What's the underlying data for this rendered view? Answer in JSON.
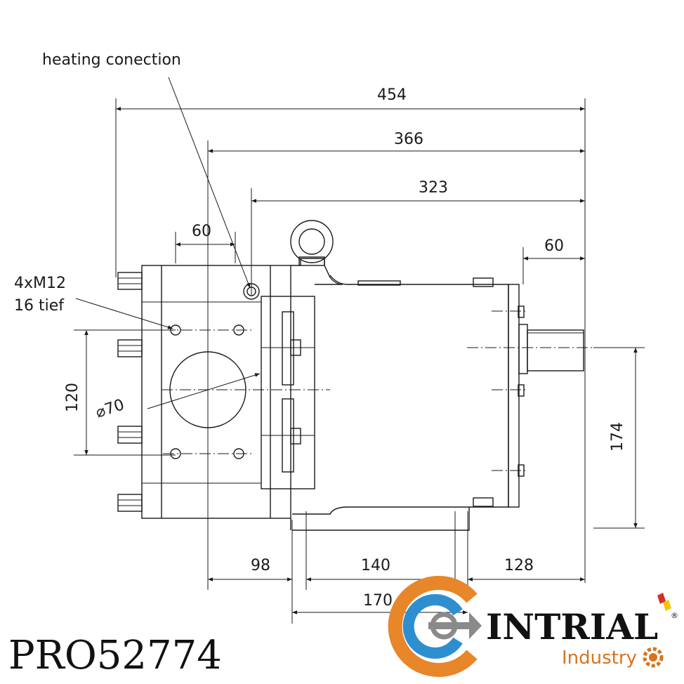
{
  "labels": {
    "heating": "heating conection",
    "thread_line1": "4xM12",
    "thread_line2": "16 tief",
    "diameter": "⌀70"
  },
  "dimensions": {
    "d454": "454",
    "d366": "366",
    "d323": "323",
    "d60_left": "60",
    "d60_right": "60",
    "d120": "120",
    "d174": "174",
    "d98": "98",
    "d140": "140",
    "d128": "128",
    "d170": "170"
  },
  "product_code": "PRO52774",
  "brand": {
    "name": "INTRIAL",
    "registered": "®",
    "sub": "Industry",
    "colors": {
      "orange": "#e8862a",
      "blue": "#2d8fd0",
      "gray": "#8a8a8a",
      "red": "#d32f2f",
      "yellow": "#f5c400"
    }
  }
}
